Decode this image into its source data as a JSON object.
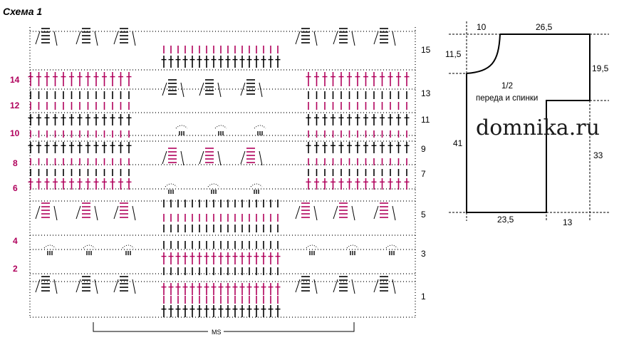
{
  "title": "Схема 1",
  "rows_right": [
    "15",
    "13",
    "11",
    "9",
    "7",
    "5",
    "3",
    "1"
  ],
  "rows_left": [
    "14",
    "12",
    "10",
    "8",
    "6",
    "4",
    "2"
  ],
  "repeat_label": "MS",
  "schematic": {
    "dims": {
      "neck_width": "10",
      "shoulder": "26,5",
      "neck_depth": "11,5",
      "armhole": "19,5",
      "side": "41",
      "sleeve_height": "33",
      "hem": "23,5",
      "sleeve_width": "13"
    },
    "note_line1": "1/2",
    "note_line2": "переда и спинки"
  },
  "watermark": "domnika.ru",
  "colors": {
    "magenta": "#b0005c",
    "black": "#000000"
  }
}
